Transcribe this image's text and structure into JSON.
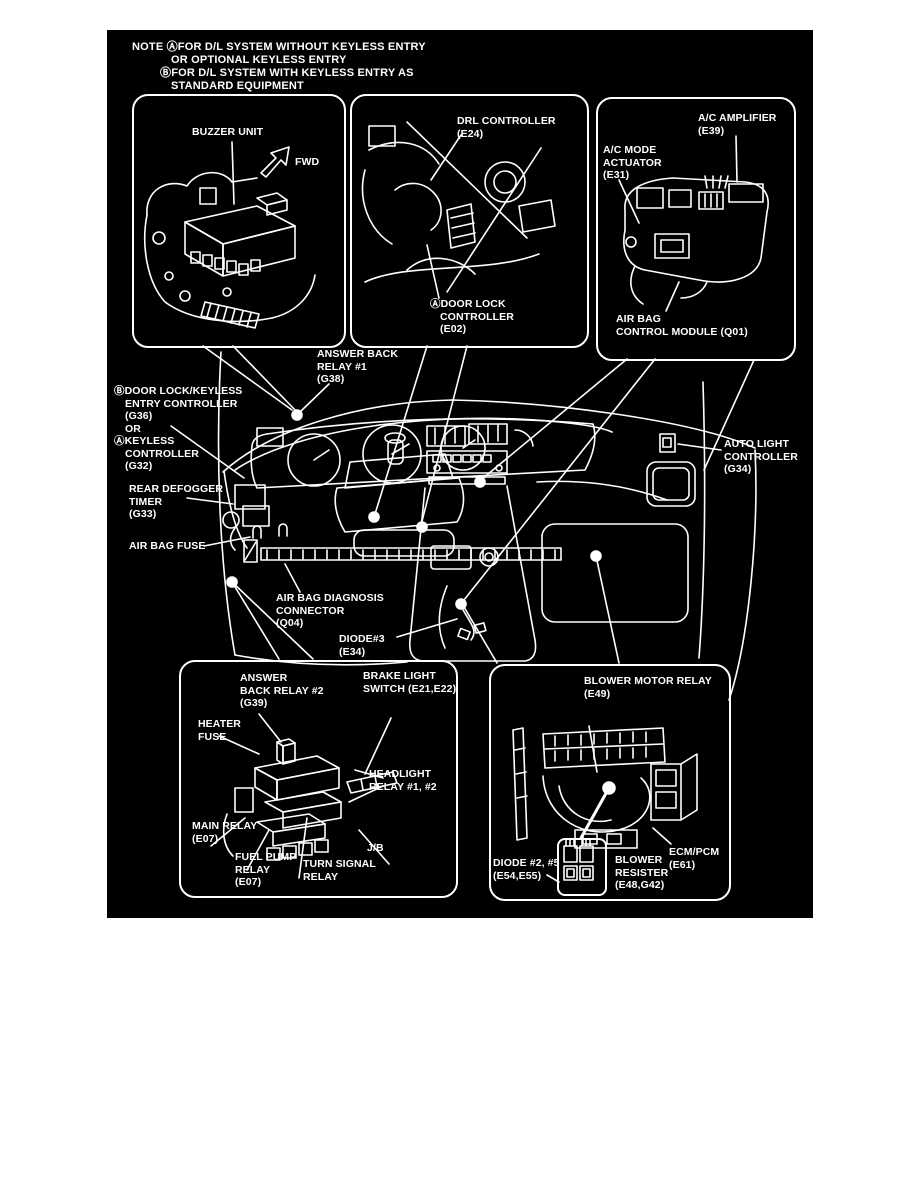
{
  "figure_title": "Component location diagram - instrument panel",
  "colors": {
    "page_bg": "#ffffff",
    "figure_bg": "#000000",
    "line": "#ffffff"
  },
  "note": {
    "l1": "NOTE ⒶFOR D/L SYSTEM WITHOUT KEYLESS ENTRY",
    "l2": "OR OPTIONAL KEYLESS ENTRY",
    "l3": "ⒷFOR D/L SYSTEM WITH KEYLESS ENTRY AS",
    "l4": "STANDARD EQUIPMENT"
  },
  "box_buzzer": {
    "title": "BUZZER UNIT",
    "fwd_label": "FWD"
  },
  "box_drl": {
    "title_l1": "DRL CONTROLLER",
    "title_l2": "(E24)",
    "door_lock_l1": "ⒶDOOR LOCK",
    "door_lock_l2": "CONTROLLER",
    "door_lock_l3": "(E02)"
  },
  "box_ac": {
    "amplifier_l1": "A/C AMPLIFIER",
    "amplifier_l2": "(E39)",
    "mode_actuator_l1": "A/C MODE",
    "mode_actuator_l2": "ACTUATOR",
    "mode_actuator_l3": "(E31)",
    "airbag_module_l1": "AIR BAG",
    "airbag_module_l2": "CONTROL MODULE (Q01)"
  },
  "dash_labels": {
    "abr1_l1": "ANSWER BACK",
    "abr1_l2": "RELAY #1",
    "abr1_l3": "(G38)",
    "dlk_l1": "ⒷDOOR LOCK/KEYLESS",
    "dlk_l2": "ENTRY CONTROLLER",
    "dlk_l3": "(G36)",
    "dlk_l4": "OR",
    "dlk_l5": "ⒶKEYLESS",
    "dlk_l6": "CONTROLLER",
    "dlk_l7": "(G32)",
    "defog_l1": "REAR DEFOGGER",
    "defog_l2": "TIMER",
    "defog_l3": "(G33)",
    "airbag_fuse": "AIR BAG FUSE",
    "autolight_l1": "AUTO LIGHT",
    "autolight_l2": "CONTROLLER",
    "autolight_l3": "(G34)",
    "airbag_diag_l1": "AIR BAG DIAGNOSIS",
    "airbag_diag_l2": "CONNECTOR",
    "airbag_diag_l3": "(Q04)",
    "diode3_l1": "DIODE#3",
    "diode3_l2": "(E34)"
  },
  "box_jb": {
    "abr2_l1": "ANSWER",
    "abr2_l2": "BACK RELAY #2",
    "abr2_l3": "(G39)",
    "brake_l1": "BRAKE LIGHT",
    "brake_l2": "SWITCH (E21,E22)",
    "heater_l1": "HEATER",
    "heater_l2": "FUSE",
    "headlight_l1": "HEADLIGHT",
    "headlight_l2": "RELAY #1, #2",
    "main_l1": "MAIN RELAY",
    "main_l2": "(E07)",
    "fuel_l1": "FUEL PUMP",
    "fuel_l2": "RELAY",
    "fuel_l3": "(E07)",
    "turn_l1": "TURN SIGNAL",
    "turn_l2": "RELAY",
    "jb": "J/B"
  },
  "box_blower": {
    "bmr_l1": "BLOWER MOTOR RELAY",
    "bmr_l2": "(E49)",
    "diode25_l1": "DIODE #2, #5",
    "diode25_l2": "(E54,E55)",
    "resister_l1": "BLOWER",
    "resister_l2": "RESISTER",
    "resister_l3": "(E48,G42)",
    "ecm_l1": "ECM/PCM",
    "ecm_l2": "(E61)"
  }
}
